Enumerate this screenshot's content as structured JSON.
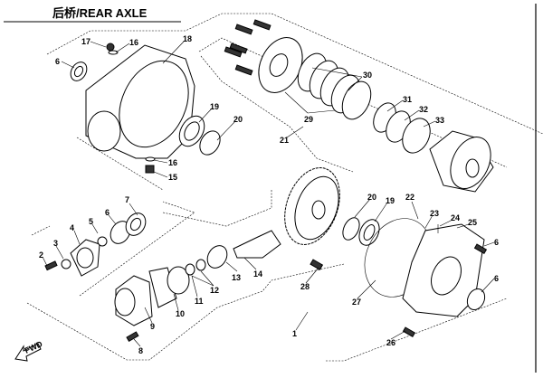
{
  "title": "后桥/REAR AXLE",
  "fwd_label": "FWD",
  "callouts": [
    "17",
    "16",
    "18",
    "6",
    "19",
    "20",
    "16",
    "15",
    "30",
    "31",
    "32",
    "33",
    "29",
    "21",
    "7",
    "6",
    "5",
    "4",
    "3",
    "2",
    "13",
    "14",
    "12",
    "11",
    "10",
    "9",
    "8",
    "20",
    "19",
    "22",
    "23",
    "24",
    "25",
    "6",
    "6",
    "28",
    "27",
    "1",
    "26"
  ]
}
